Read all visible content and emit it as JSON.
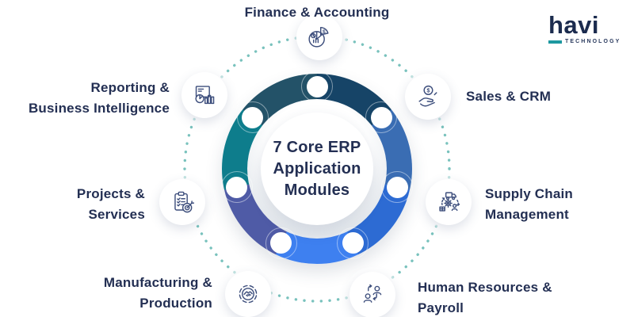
{
  "theme": {
    "background": "#FFFFFF",
    "label_color": "#232F53",
    "icon_stroke": "#3D4E7C"
  },
  "brand": {
    "name": "havi",
    "tagline": "TECHNOLOGY",
    "name_color": "#1B2B4E",
    "accent_color": "#1D98A0"
  },
  "center": {
    "title": "7 Core ERP Application Modules",
    "title_lines": [
      "7 Core ERP",
      "Application",
      "Modules"
    ]
  },
  "wheel": {
    "dotted_ring_color": "#79C2BD",
    "node_color": "#FFFFFF",
    "modules": [
      {
        "label": "Finance & Accounting",
        "label_lines": [
          "Finance & Accounting"
        ],
        "icon": "finance-accounting-icon",
        "segment_color": "#164467",
        "angle_deg": -90
      },
      {
        "label": "Sales & CRM",
        "label_lines": [
          "Sales & CRM"
        ],
        "icon": "sales-crm-icon",
        "segment_color": "#3A6DB3",
        "angle_deg": -38.57
      },
      {
        "label": "Supply Chain Management",
        "label_lines": [
          "Supply Chain",
          "Management"
        ],
        "icon": "supply-chain-icon",
        "segment_color": "#2D6BD3",
        "angle_deg": 12.86
      },
      {
        "label": "Human Resources & Payroll",
        "label_lines": [
          "Human Resources &",
          "Payroll"
        ],
        "icon": "hr-payroll-icon",
        "segment_color": "#3E80F0",
        "angle_deg": 64.29
      },
      {
        "label": "Manufacturing & Production",
        "label_lines": [
          "Manufacturing &",
          "Production"
        ],
        "icon": "manufacturing-production-icon",
        "segment_color": "#4F5BA6",
        "angle_deg": 115.71
      },
      {
        "label": "Projects & Services",
        "label_lines": [
          "Projects &",
          "Services"
        ],
        "icon": "projects-services-icon",
        "segment_color": "#0E7D8C",
        "angle_deg": 167.14
      },
      {
        "label": "Reporting & Business Intelligence",
        "label_lines": [
          "Reporting &",
          "Business Intelligence"
        ],
        "icon": "reporting-bi-icon",
        "segment_color": "#235268",
        "angle_deg": 218.57
      }
    ]
  }
}
